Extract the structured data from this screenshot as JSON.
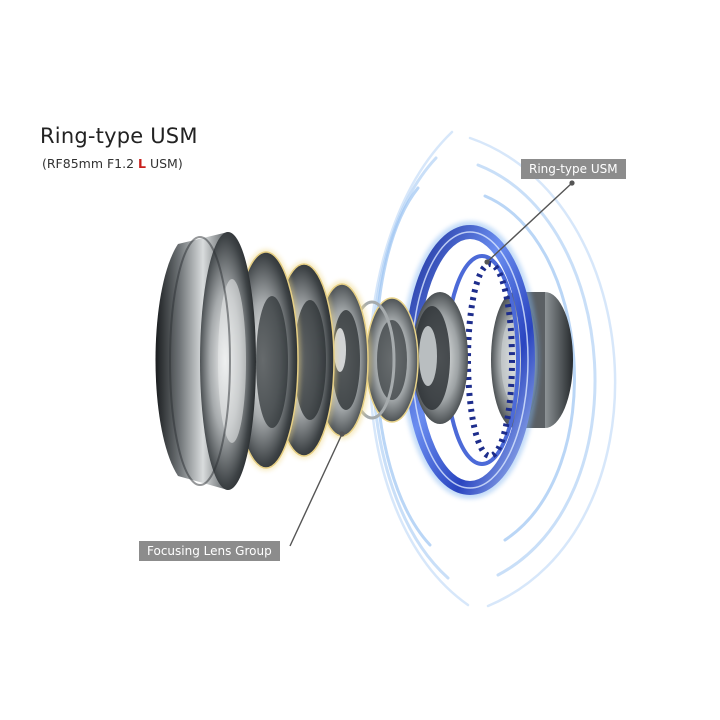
{
  "title": "Ring-type USM",
  "subtitle": {
    "prefix": "(RF85mm F1.2 ",
    "accent": "L",
    "suffix": " USM)"
  },
  "labels": {
    "usm": "Ring-type USM",
    "focus": "Focusing Lens Group"
  },
  "colors": {
    "usm_ring": "#3f5fd6",
    "usm_glow": "#7fb4f0",
    "focus_glow": "#f0d98a",
    "tag_bg": "#8c8c8c",
    "accent_red": "#c8201c"
  }
}
